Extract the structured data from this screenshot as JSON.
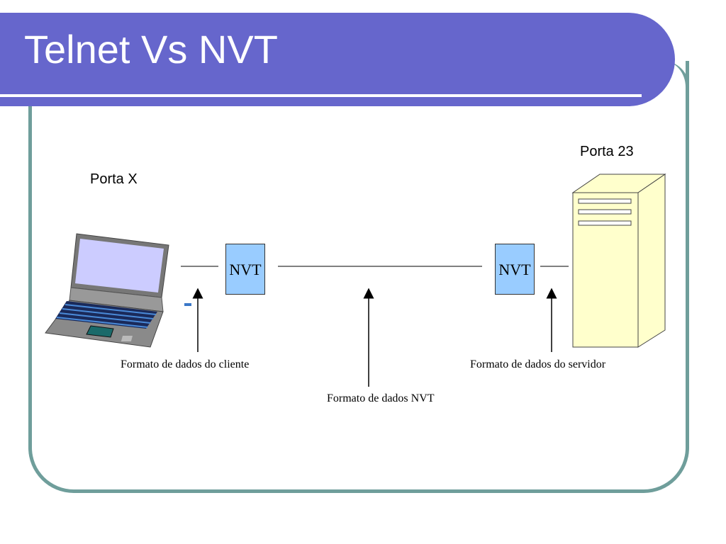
{
  "title": "Telnet Vs NVT",
  "labels": {
    "port_client": "Porta X",
    "port_server": "Porta 23",
    "nvt_left": "NVT",
    "nvt_right": "NVT",
    "client_format": "Formato de dados do cliente",
    "nvt_format": "Formato de dados NVT",
    "server_format": "Formato de dados do servidor"
  },
  "colors": {
    "title_bar": "#6666cc",
    "frame": "#6f9e9b",
    "nvt_box": "#99ccff",
    "server_body": "#ffffcc"
  },
  "icons": {
    "client": "laptop-icon",
    "server": "server-tower-icon"
  }
}
